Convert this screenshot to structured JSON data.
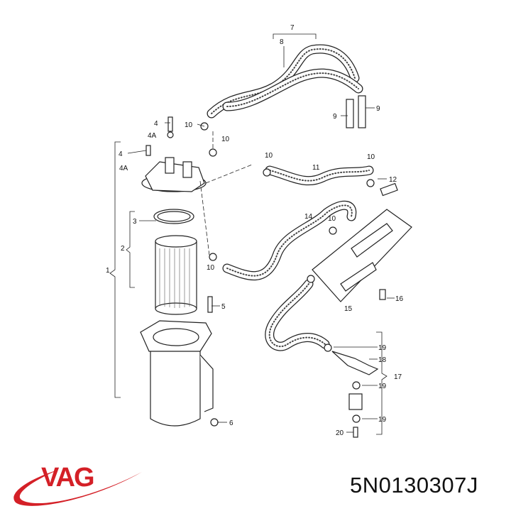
{
  "brand": {
    "logo_text": "VAG",
    "color": "#d42027"
  },
  "part_number": "5N0130307J",
  "callouts": [
    "7",
    "8",
    "9",
    "9",
    "10",
    "4",
    "4A",
    "4",
    "4A",
    "10",
    "10",
    "11",
    "10",
    "12",
    "14",
    "10",
    "3",
    "2",
    "1",
    "10",
    "5",
    "15",
    "16",
    "19",
    "18",
    "17",
    "19",
    "19",
    "20",
    "6"
  ]
}
